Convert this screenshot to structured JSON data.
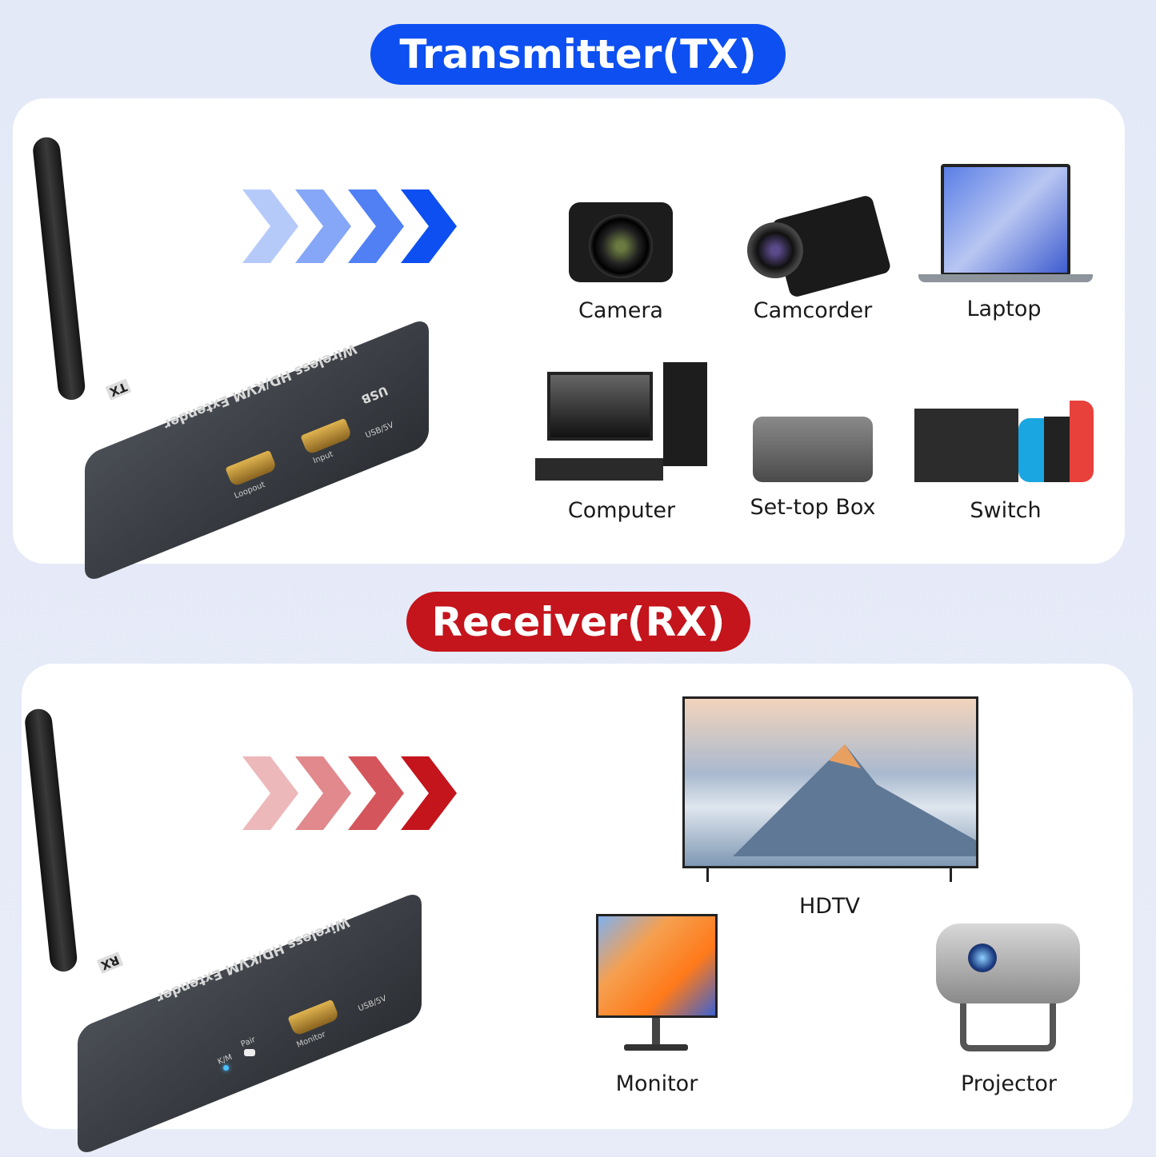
{
  "tx": {
    "title": "Transmitter(TX)",
    "color": "#0d4ff0",
    "device": {
      "name": "Wireless HD/KVM Extender",
      "badge": "TX",
      "ports": [
        "Loopout",
        "Input",
        "USB/5V"
      ],
      "usb_label": "USB"
    },
    "sources": [
      {
        "label": "Camera",
        "icon": "camera-icon"
      },
      {
        "label": "Camcorder",
        "icon": "camcorder-icon"
      },
      {
        "label": "Laptop",
        "icon": "laptop-icon"
      },
      {
        "label": "Computer",
        "icon": "computer-icon"
      },
      {
        "label": "Set-top Box",
        "icon": "set-top-box-icon"
      },
      {
        "label": "Switch",
        "icon": "game-console-icon"
      }
    ]
  },
  "rx": {
    "title": "Receiver(RX)",
    "color": "#c4141c",
    "device": {
      "name": "Wireless HD/KVM Extender",
      "badge": "RX",
      "ports": [
        "Monitor",
        "USB/5V"
      ],
      "indicators": [
        "K/M",
        "Pair"
      ]
    },
    "displays": [
      {
        "label": "HDTV",
        "icon": "tv-icon"
      },
      {
        "label": "Monitor",
        "icon": "monitor-icon"
      },
      {
        "label": "Projector",
        "icon": "projector-icon"
      }
    ]
  }
}
